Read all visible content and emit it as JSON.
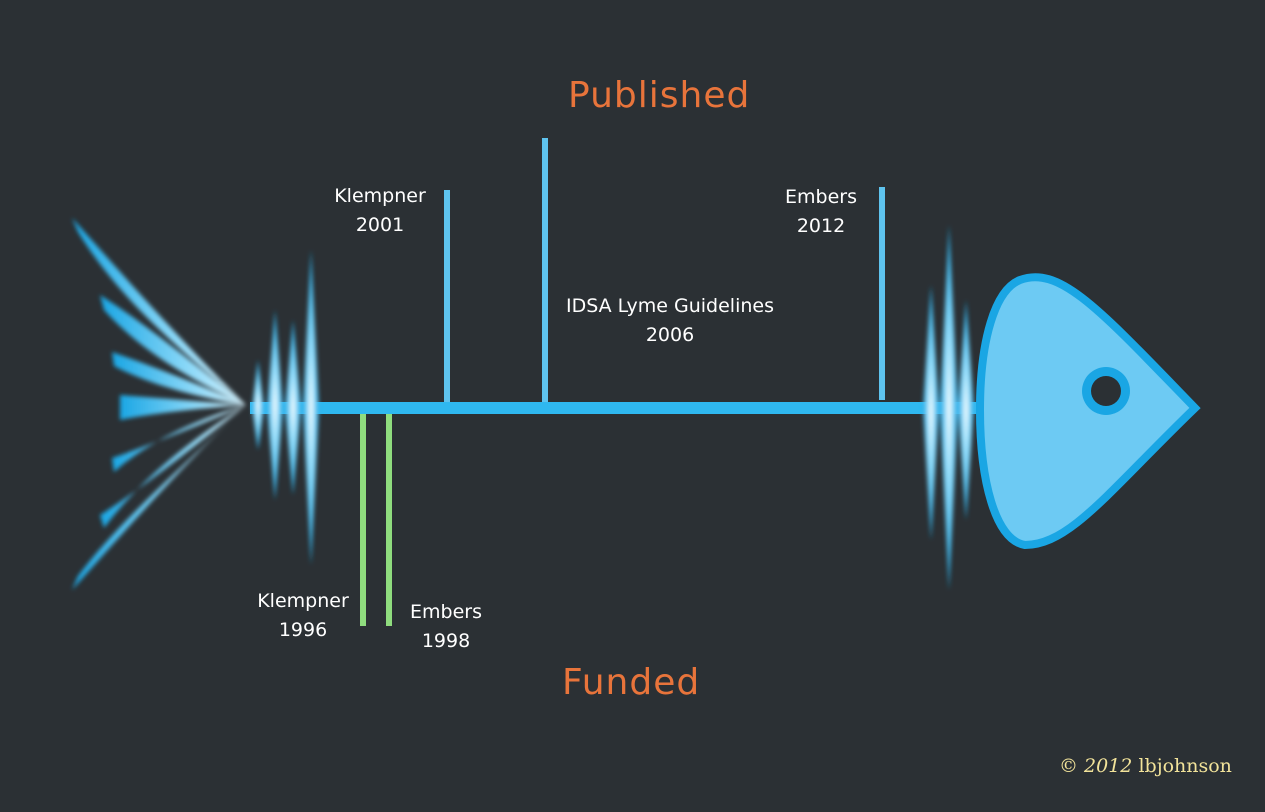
{
  "headings": {
    "top": "Published",
    "bottom": "Funded"
  },
  "published": [
    {
      "name": "Klempner",
      "year": "2001"
    },
    {
      "name": "IDSA Lyme Guidelines",
      "year": "2006"
    },
    {
      "name": "Embers",
      "year": "2012"
    }
  ],
  "funded": [
    {
      "name": "Klempner",
      "year": "1996"
    },
    {
      "name": "Embers",
      "year": "1998"
    }
  ],
  "copyright": {
    "symbol": "©",
    "year": "2012",
    "author": "lbjohnson"
  },
  "colors": {
    "background": "#2b3034",
    "fish": "#2fb8f0",
    "fish_light": "#7fd3f7",
    "published_bar": "#5ec3ee",
    "funded_bar": "#8fdc7e",
    "heading": "#e8743b",
    "copyright": "#f2e39a"
  }
}
